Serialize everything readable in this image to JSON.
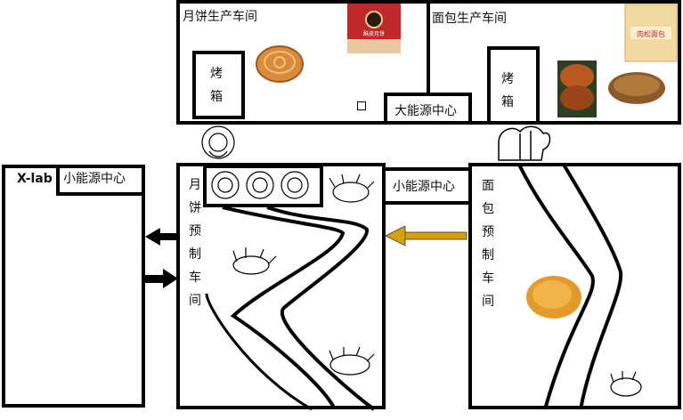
{
  "rooms": {
    "mooncake_production": "月饼生产车间",
    "bread_production": "面包生产车间",
    "oven_left": "烤箱",
    "oven_right": "烤箱",
    "big_energy_center": "大能源中心",
    "xlab": "X-lab",
    "small_energy_left": "小能源中心",
    "small_energy_middle": "小能源中心",
    "mooncake_prep": [
      "月",
      "饼",
      "预",
      "制",
      "车",
      "间"
    ],
    "bread_prep": [
      "面",
      "包",
      "预",
      "制",
      "车",
      "间"
    ]
  },
  "product_text": "酥皮月饼",
  "package_text": "肉松面包",
  "colors": {
    "line": "#000000",
    "arrow_orange": "#d9a000",
    "bread_dark": "#7a3a12",
    "mooncake": "#d98a3a",
    "pork_floss": "#e39a2a",
    "package_red": "#c0282a"
  }
}
